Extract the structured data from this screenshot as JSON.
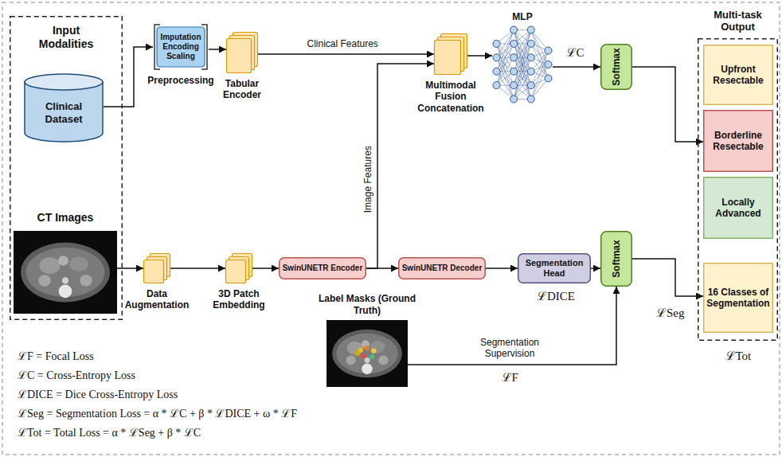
{
  "diagram": {
    "nodes": [
      {
        "text": [
          "Input Modalities"
        ]
      },
      {
        "text": [
          "Clinical Dataset"
        ],
        "in": 0
      },
      {
        "text": [
          "CT Images"
        ],
        "in": 0
      },
      {
        "text": [
          "Imputation Encoding Scaling",
          "Preprocessing"
        ]
      },
      {
        "text": [
          "Tabular Encoder"
        ]
      },
      {
        "text": [
          "Multimodal Fusion Concatenation"
        ]
      },
      {
        "text": [
          "MLP"
        ]
      },
      {
        "text": [
          "Softmax"
        ]
      },
      {
        "text": [
          "Multi-task Output"
        ]
      },
      {
        "text": [
          "Upfront Resectable"
        ],
        "in": 8
      },
      {
        "text": [
          "Borderline Resectable"
        ],
        "in": 8
      },
      {
        "text": [
          "Locally Advanced"
        ],
        "in": 8
      },
      {
        "text": [
          "16 Classes of Segmentation"
        ],
        "in": 8
      },
      {
        "text": [
          "Data Augmentation"
        ]
      },
      {
        "text": [
          "3D Patch Embedding"
        ]
      },
      {
        "text": [
          "SwinUNETR Encoder"
        ]
      },
      {
        "text": [
          "SwinUNETR Decoder"
        ]
      },
      {
        "text": [
          "Segmentation Head"
        ]
      },
      {
        "text": [
          "Label Masks (Ground Truth)"
        ]
      },
      {
        "text": [
          "Softmax"
        ]
      }
    ],
    "edges": [
      {
        "from": 1,
        "to": 3,
        "arrow": "to"
      },
      {
        "from": 3,
        "to": 4,
        "arrow": "to"
      },
      {
        "from": 4,
        "to": 5,
        "label": "Clinical Features",
        "arrow": "to"
      },
      {
        "from": 5,
        "to": 6,
        "arrow": "to"
      },
      {
        "from": 6,
        "to": 7,
        "arrow": "to"
      },
      {
        "from": 7,
        "to": 10,
        "arrow": "to"
      },
      {
        "from": 2,
        "to": 13,
        "arrow": "to"
      },
      {
        "from": 13,
        "to": 14,
        "arrow": "to"
      },
      {
        "from": 14,
        "to": 15,
        "arrow": "to"
      },
      {
        "from": 15,
        "to": 16,
        "arrow": "to"
      },
      {
        "from": 15,
        "to": 5,
        "label": "Image Features",
        "arrow": "to"
      },
      {
        "from": 16,
        "to": 17,
        "arrow": "to"
      },
      {
        "from": 17,
        "to": 19,
        "arrow": "to"
      },
      {
        "from": 18,
        "to": 19,
        "label": "Segmentation Supervision",
        "arrow": "to"
      },
      {
        "from": 19,
        "to": 12,
        "label": "ℒSeg",
        "arrow": "to"
      }
    ],
    "labels": [
      "ℒC",
      "ℒDICE",
      "ℒF",
      "ℒTot",
      "ℒF = Focal Loss",
      "ℒC = Cross-Entropy Loss",
      "ℒDICE = Dice Cross-Entropy Loss",
      "ℒSeg = Segmentation Loss = α * ℒC + β * ℒDICE + ω * ℒF",
      "ℒTot = Total Loss = α * ℒSeg + β * ℒC"
    ]
  }
}
